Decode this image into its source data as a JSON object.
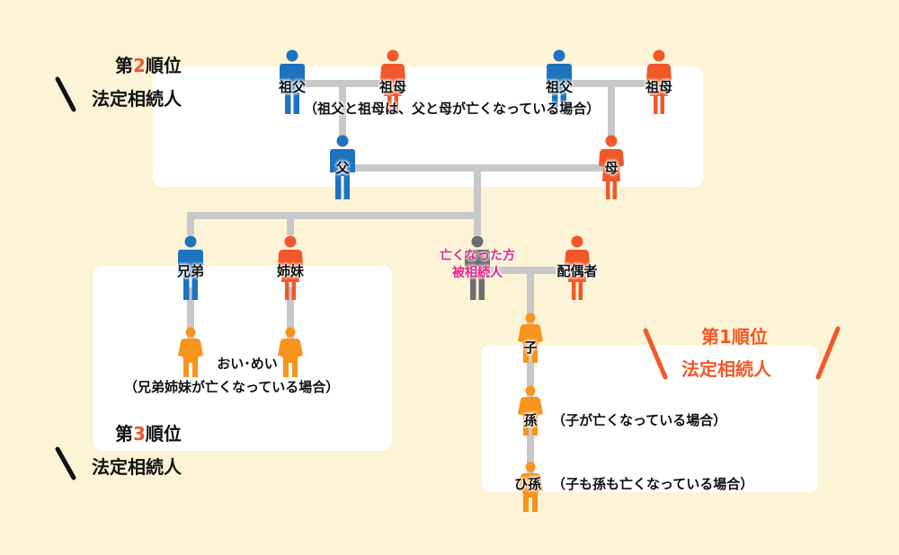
{
  "colors": {
    "background": "#fdf3d6",
    "panel": "#ffffff",
    "line": "#c8c8c8",
    "male": "#1e73be",
    "female": "#f0582a",
    "descendant": "#f7941d",
    "deceased_figure": "#6d6d6d",
    "deceased_text": "#e5267f",
    "accent": "#f0582a"
  },
  "ranks": {
    "second": {
      "prefix": "第",
      "number": "2",
      "suffix": "順位",
      "line2": "法定相続人"
    },
    "third": {
      "prefix": "第",
      "number": "3",
      "suffix": "順位",
      "line2": "法定相続人"
    },
    "first": {
      "line1": "第1順位",
      "line2": "法定相続人"
    }
  },
  "people": {
    "grandfather_paternal": "祖父",
    "grandmother_paternal": "祖母",
    "grandfather_maternal": "祖父",
    "grandmother_maternal": "祖母",
    "father": "父",
    "mother": "母",
    "brother": "兄弟",
    "sister": "姉妹",
    "deceased_line1": "亡くなった方",
    "deceased_line2": "被相続人",
    "spouse": "配偶者",
    "child": "子",
    "grandchild": "孫",
    "great_grandchild": "ひ孫",
    "nephew_niece": "おい･めい"
  },
  "notes": {
    "grandparents": "（祖父と祖母は、父と母が亡くなっている場合）",
    "nephew_niece": "（兄弟姉妹が亡くなっている場合）",
    "grandchild": "（子が亡くなっている場合）",
    "great_grandchild": "（子も孫も亡くなっている場合）"
  }
}
